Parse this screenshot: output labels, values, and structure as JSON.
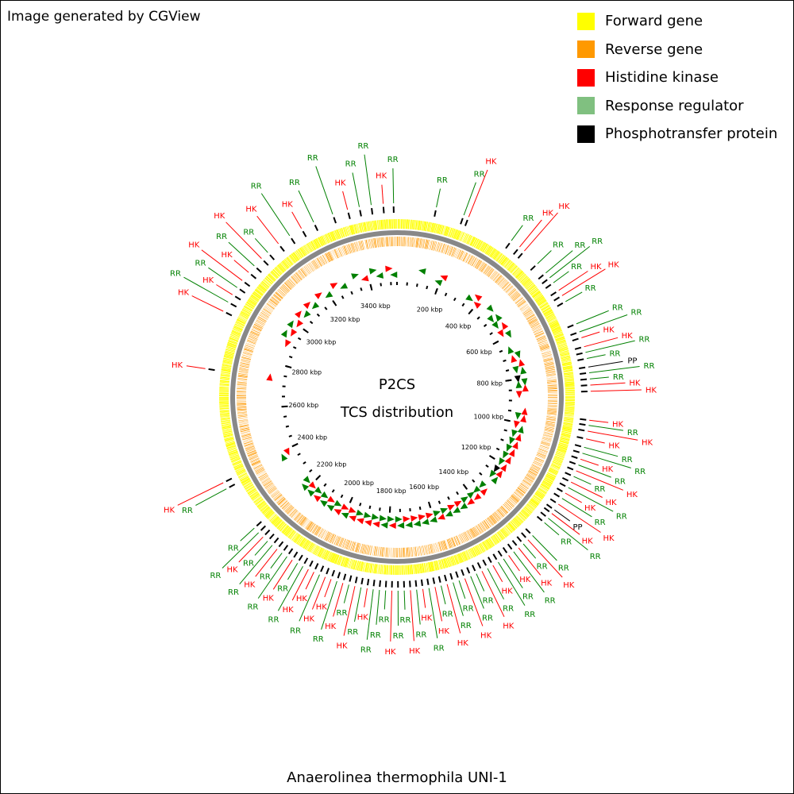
{
  "credit": "Image generated by CGView",
  "genome_name": "Anaerolinea thermophila UNI-1",
  "center": {
    "line1": "P2CS",
    "line2": "TCS distribution"
  },
  "legend": [
    {
      "label": "Forward gene",
      "color": "#ffff00"
    },
    {
      "label": "Reverse gene",
      "color": "#ff9900"
    },
    {
      "label": "Histidine kinase",
      "color": "#ff0000"
    },
    {
      "label": "Response regulator",
      "color": "#80c080"
    },
    {
      "label": "Phosphotransfer protein",
      "color": "#000000"
    }
  ],
  "colors": {
    "forward": "#ffff00",
    "reverse": "#ff9900",
    "hk": "#ff0000",
    "rr": "#008000",
    "pp": "#000000",
    "backbone": "#888888"
  },
  "genome_length_kbp": 3530,
  "ruler_ticks_kbp": [
    200,
    400,
    600,
    800,
    1000,
    1200,
    1400,
    1600,
    1800,
    2000,
    2200,
    2400,
    2600,
    2800,
    3000,
    3200,
    3400
  ],
  "ruler_tick_labels": [
    "200 kbp",
    "400 kbp",
    "600 kbp",
    "800 kbp",
    "1000 kbp",
    "1200 kbp",
    "1400 kbp",
    "1600 kbp",
    "1800 kbp",
    "2000 kbp",
    "2200 kbp",
    "2400 kbp",
    "2600 kbp",
    "2800 kbp",
    "3000 kbp",
    "3200 kbp",
    "3400 kbp"
  ],
  "features": [
    {
      "type": "RR",
      "kbp": 115,
      "strand": "-"
    },
    {
      "type": "RR",
      "kbp": 198,
      "strand": "-"
    },
    {
      "type": "HK",
      "kbp": 213,
      "strand": "-"
    },
    {
      "type": "RR",
      "kbp": 355,
      "strand": "+"
    },
    {
      "type": "HK",
      "kbp": 385,
      "strand": "-"
    },
    {
      "type": "HK",
      "kbp": 403,
      "strand": "-"
    },
    {
      "type": "RR",
      "kbp": 456,
      "strand": "+"
    },
    {
      "type": "RR",
      "kbp": 492,
      "strand": "+"
    },
    {
      "type": "RR",
      "kbp": 510,
      "strand": "-"
    },
    {
      "type": "RR",
      "kbp": 528,
      "strand": "+"
    },
    {
      "type": "HK",
      "kbp": 555,
      "strand": "-"
    },
    {
      "type": "HK",
      "kbp": 573,
      "strand": "+"
    },
    {
      "type": "RR",
      "kbp": 593,
      "strand": "+"
    },
    {
      "type": "RR",
      "kbp": 665,
      "strand": "-"
    },
    {
      "type": "RR",
      "kbp": 690,
      "strand": "+"
    },
    {
      "type": "HK",
      "kbp": 708,
      "strand": "-"
    },
    {
      "type": "HK",
      "kbp": 735,
      "strand": "-"
    },
    {
      "type": "RR",
      "kbp": 752,
      "strand": "+"
    },
    {
      "type": "RR",
      "kbp": 770,
      "strand": "-"
    },
    {
      "type": "PP",
      "kbp": 795,
      "strand": "+"
    },
    {
      "type": "RR",
      "kbp": 812,
      "strand": "+"
    },
    {
      "type": "RR",
      "kbp": 830,
      "strand": "-"
    },
    {
      "type": "HK",
      "kbp": 848,
      "strand": "-"
    },
    {
      "type": "HK",
      "kbp": 866,
      "strand": "+"
    },
    {
      "type": "HK",
      "kbp": 950,
      "strand": "-"
    },
    {
      "type": "RR",
      "kbp": 965,
      "strand": "+"
    },
    {
      "type": "HK",
      "kbp": 982,
      "strand": "-"
    },
    {
      "type": "HK",
      "kbp": 1005,
      "strand": "+"
    },
    {
      "type": "RR",
      "kbp": 1030,
      "strand": "-"
    },
    {
      "type": "RR",
      "kbp": 1048,
      "strand": "+"
    },
    {
      "type": "HK",
      "kbp": 1066,
      "strand": "-"
    },
    {
      "type": "RR",
      "kbp": 1084,
      "strand": "+"
    },
    {
      "type": "HK",
      "kbp": 1102,
      "strand": "-"
    },
    {
      "type": "RR",
      "kbp": 1120,
      "strand": "+"
    },
    {
      "type": "HK",
      "kbp": 1138,
      "strand": "-"
    },
    {
      "type": "RR",
      "kbp": 1156,
      "strand": "+"
    },
    {
      "type": "HK",
      "kbp": 1174,
      "strand": "-"
    },
    {
      "type": "RR",
      "kbp": 1192,
      "strand": "+"
    },
    {
      "type": "HK",
      "kbp": 1212,
      "strand": "-"
    },
    {
      "type": "PP",
      "kbp": 1232,
      "strand": "+"
    },
    {
      "type": "HK",
      "kbp": 1245,
      "strand": "-"
    },
    {
      "type": "RR",
      "kbp": 1262,
      "strand": "+"
    },
    {
      "type": "RR",
      "kbp": 1279,
      "strand": "-"
    },
    {
      "type": "RR",
      "kbp": 1330,
      "strand": "+"
    },
    {
      "type": "HK",
      "kbp": 1348,
      "strand": "-"
    },
    {
      "type": "RR",
      "kbp": 1366,
      "strand": "+"
    },
    {
      "type": "HK",
      "kbp": 1384,
      "strand": "+"
    },
    {
      "type": "RR",
      "kbp": 1402,
      "strand": "-"
    },
    {
      "type": "HK",
      "kbp": 1420,
      "strand": "+"
    },
    {
      "type": "RR",
      "kbp": 1438,
      "strand": "-"
    },
    {
      "type": "RR",
      "kbp": 1456,
      "strand": "+"
    },
    {
      "type": "HK",
      "kbp": 1474,
      "strand": "-"
    },
    {
      "type": "RR",
      "kbp": 1492,
      "strand": "+"
    },
    {
      "type": "HK",
      "kbp": 1510,
      "strand": "-"
    },
    {
      "type": "RR",
      "kbp": 1528,
      "strand": "+"
    },
    {
      "type": "RR",
      "kbp": 1546,
      "strand": "-"
    },
    {
      "type": "HK",
      "kbp": 1564,
      "strand": "+"
    },
    {
      "type": "RR",
      "kbp": 1582,
      "strand": "-"
    },
    {
      "type": "RR",
      "kbp": 1600,
      "strand": "+"
    },
    {
      "type": "HK",
      "kbp": 1618,
      "strand": "-"
    },
    {
      "type": "RR",
      "kbp": 1636,
      "strand": "+"
    },
    {
      "type": "HK",
      "kbp": 1654,
      "strand": "-"
    },
    {
      "type": "RR",
      "kbp": 1672,
      "strand": "+"
    },
    {
      "type": "HK",
      "kbp": 1690,
      "strand": "-"
    },
    {
      "type": "RR",
      "kbp": 1708,
      "strand": "+"
    },
    {
      "type": "HK",
      "kbp": 1726,
      "strand": "-"
    },
    {
      "type": "RR",
      "kbp": 1744,
      "strand": "+"
    },
    {
      "type": "RR",
      "kbp": 1762,
      "strand": "-"
    },
    {
      "type": "HK",
      "kbp": 1780,
      "strand": "+"
    },
    {
      "type": "RR",
      "kbp": 1798,
      "strand": "-"
    },
    {
      "type": "RR",
      "kbp": 1816,
      "strand": "+"
    },
    {
      "type": "RR",
      "kbp": 1834,
      "strand": "-"
    },
    {
      "type": "HK",
      "kbp": 1852,
      "strand": "+"
    },
    {
      "type": "RR",
      "kbp": 1870,
      "strand": "-"
    },
    {
      "type": "HK",
      "kbp": 1888,
      "strand": "+"
    },
    {
      "type": "RR",
      "kbp": 1906,
      "strand": "-"
    },
    {
      "type": "HK",
      "kbp": 1924,
      "strand": "+"
    },
    {
      "type": "RR",
      "kbp": 1942,
      "strand": "-"
    },
    {
      "type": "HK",
      "kbp": 1960,
      "strand": "+"
    },
    {
      "type": "HK",
      "kbp": 1978,
      "strand": "-"
    },
    {
      "type": "RR",
      "kbp": 1996,
      "strand": "+"
    },
    {
      "type": "HK",
      "kbp": 2014,
      "strand": "-"
    },
    {
      "type": "HK",
      "kbp": 2032,
      "strand": "+"
    },
    {
      "type": "RR",
      "kbp": 2050,
      "strand": "-"
    },
    {
      "type": "RR",
      "kbp": 2068,
      "strand": "+"
    },
    {
      "type": "HK",
      "kbp": 2086,
      "strand": "-"
    },
    {
      "type": "RR",
      "kbp": 2104,
      "strand": "+"
    },
    {
      "type": "RR",
      "kbp": 2122,
      "strand": "-"
    },
    {
      "type": "HK",
      "kbp": 2140,
      "strand": "+"
    },
    {
      "type": "RR",
      "kbp": 2158,
      "strand": "-"
    },
    {
      "type": "RR",
      "kbp": 2176,
      "strand": "+"
    },
    {
      "type": "HK",
      "kbp": 2194,
      "strand": "-"
    },
    {
      "type": "RR",
      "kbp": 2212,
      "strand": "+"
    },
    {
      "type": "RR",
      "kbp": 2230,
      "strand": "-"
    },
    {
      "type": "RR",
      "kbp": 2370,
      "strand": "+"
    },
    {
      "type": "HK",
      "kbp": 2390,
      "strand": "-"
    },
    {
      "type": "HK",
      "kbp": 2730,
      "strand": "+"
    },
    {
      "type": "HK",
      "kbp": 2905,
      "strand": "-"
    },
    {
      "type": "RR",
      "kbp": 2935,
      "strand": "+"
    },
    {
      "type": "HK",
      "kbp": 2960,
      "strand": "-"
    },
    {
      "type": "RR",
      "kbp": 2985,
      "strand": "+"
    },
    {
      "type": "HK",
      "kbp": 3010,
      "strand": "-"
    },
    {
      "type": "HK",
      "kbp": 3040,
      "strand": "+"
    },
    {
      "type": "RR",
      "kbp": 3065,
      "strand": "-"
    },
    {
      "type": "HK",
      "kbp": 3095,
      "strand": "+"
    },
    {
      "type": "RR",
      "kbp": 3120,
      "strand": "-"
    },
    {
      "type": "HK",
      "kbp": 3160,
      "strand": "+"
    },
    {
      "type": "RR",
      "kbp": 3200,
      "strand": "-"
    },
    {
      "type": "HK",
      "kbp": 3240,
      "strand": "+"
    },
    {
      "type": "RR",
      "kbp": 3280,
      "strand": "-"
    },
    {
      "type": "RR",
      "kbp": 3340,
      "strand": "+"
    },
    {
      "type": "HK",
      "kbp": 3385,
      "strand": "-"
    },
    {
      "type": "RR",
      "kbp": 3420,
      "strand": "+"
    },
    {
      "type": "RR",
      "kbp": 3455,
      "strand": "-"
    },
    {
      "type": "HK",
      "kbp": 3490,
      "strand": "+"
    },
    {
      "type": "RR",
      "kbp": 3520,
      "strand": "-"
    }
  ]
}
